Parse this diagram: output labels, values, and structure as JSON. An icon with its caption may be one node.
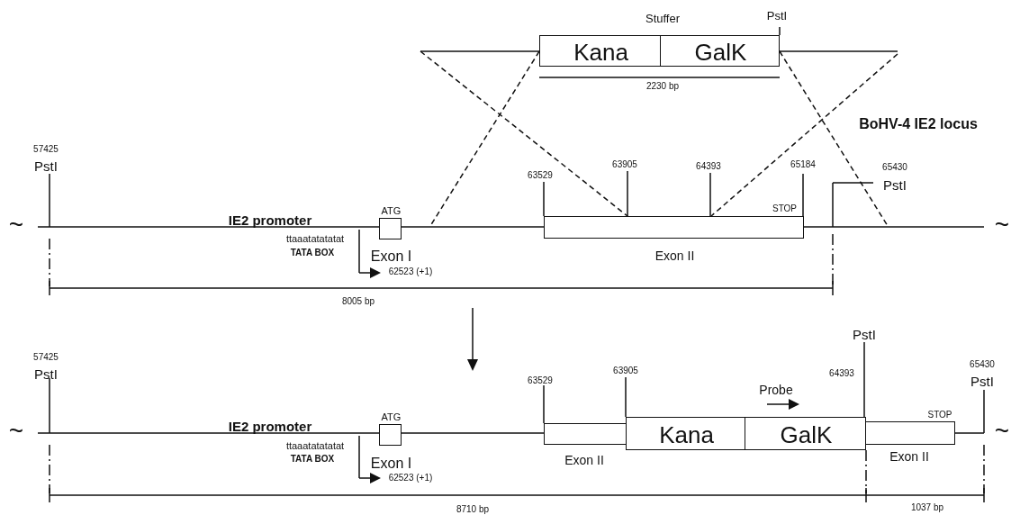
{
  "diagram": {
    "nodes": [
      {
        "text": [
          "Kana"
        ]
      },
      {
        "text": [
          "GalK"
        ]
      },
      {
        "text": [
          "ATG",
          "Exon I"
        ]
      },
      {
        "text": [
          "STOP",
          "Exon II"
        ]
      },
      {
        "text": [
          "ATG",
          "Exon I"
        ]
      },
      {
        "text": [
          "Exon II"
        ]
      },
      {
        "text": [
          "Kana"
        ]
      },
      {
        "text": [
          "GalK"
        ]
      },
      {
        "text": [
          "STOP",
          "Exon II"
        ]
      }
    ],
    "labels": [
      "Stuffer",
      "PstI",
      "2230 bp",
      "BoHV-4 IE2 locus",
      "~",
      "57425",
      "PstI",
      "63529",
      "63905",
      "64393",
      "65184",
      "65430",
      "PstI",
      "IE2 promoter",
      "ttaaatatatatat",
      "TATA BOX",
      "62523 (+1)",
      "~",
      "8005 bp",
      "~",
      "57425",
      "PstI",
      "63529",
      "63905",
      "PstI",
      "64393",
      "Probe",
      "65430",
      "PstI",
      "IE2 promoter",
      "ttaaatatatatat",
      "TATA BOX",
      "62523 (+1)",
      "~",
      "8710 bp",
      "1037 bp"
    ]
  }
}
